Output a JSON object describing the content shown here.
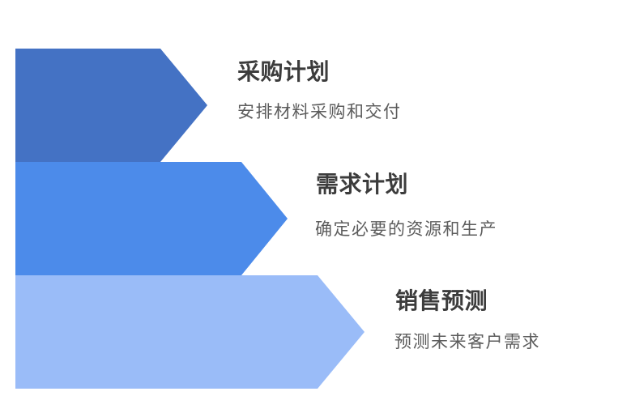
{
  "diagram": {
    "background": "#FFFFFF",
    "title_color": "#3C3C3C",
    "subtitle_color": "#5C5C5C",
    "steps": [
      {
        "title": "采购计划",
        "subtitle": "安排材料采购和交付",
        "color": "#4472C4"
      },
      {
        "title": "需求计划",
        "subtitle": "确定必要的资源和生产",
        "color": "#4C8BEA"
      },
      {
        "title": "销售预测",
        "subtitle": "预测未来客户需求",
        "color": "#9ABCF8"
      }
    ]
  }
}
